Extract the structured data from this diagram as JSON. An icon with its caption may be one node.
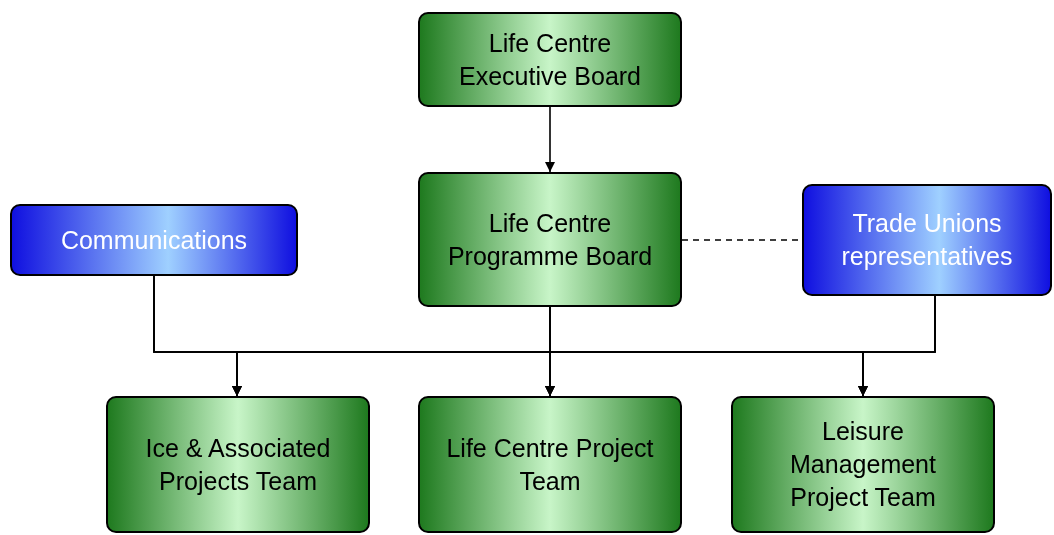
{
  "diagram": {
    "nodes": [
      {
        "text": [
          "Life Centre Executive Board"
        ]
      },
      {
        "text": [
          "Communications"
        ]
      },
      {
        "text": [
          "Life Centre Programme Board"
        ]
      },
      {
        "text": [
          "Trade Unions representatives"
        ]
      },
      {
        "text": [
          "Ice & Associated Projects Team"
        ]
      },
      {
        "text": [
          "Life Centre Project Team"
        ]
      },
      {
        "text": [
          "Leisure Management Project Team"
        ]
      }
    ],
    "edges": [
      {
        "from": 0,
        "to": 2,
        "arrow": "to"
      },
      {
        "from": 2,
        "to": 3,
        "arrow": "none",
        "style": "dashed"
      },
      {
        "from": 1,
        "to": 4,
        "arrow": "to"
      },
      {
        "from": 1,
        "to": 5,
        "arrow": "to"
      },
      {
        "from": 1,
        "to": 6,
        "arrow": "to"
      },
      {
        "from": 2,
        "to": 4,
        "arrow": "to"
      },
      {
        "from": 2,
        "to": 5,
        "arrow": "to"
      },
      {
        "from": 2,
        "to": 6,
        "arrow": "to"
      },
      {
        "from": 3,
        "to": 4,
        "arrow": "to"
      },
      {
        "from": 3,
        "to": 5,
        "arrow": "to"
      },
      {
        "from": 3,
        "to": 6,
        "arrow": "to"
      }
    ]
  }
}
